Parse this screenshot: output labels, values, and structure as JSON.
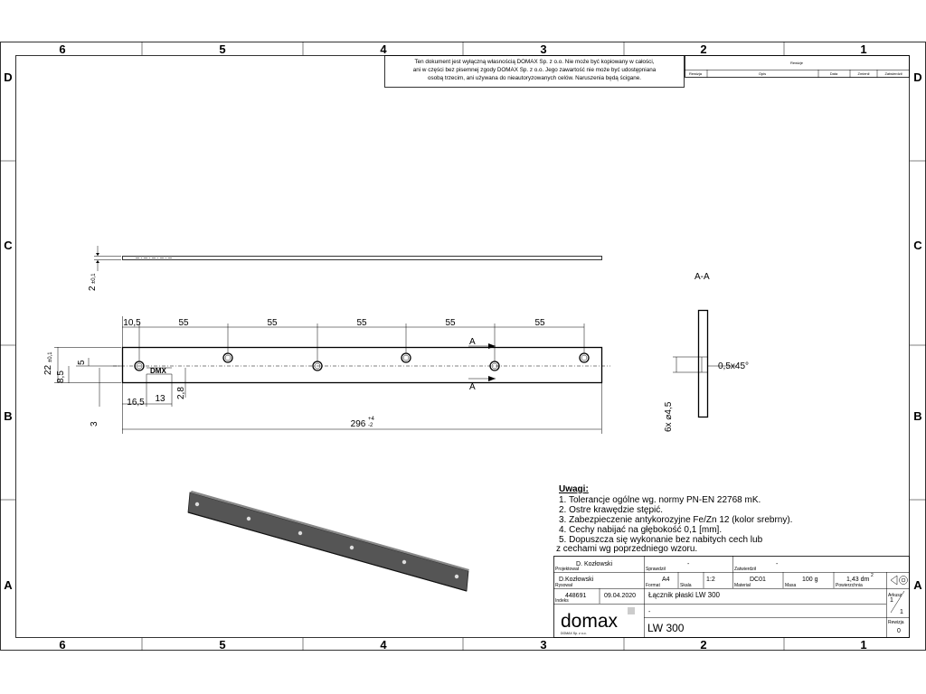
{
  "zones": {
    "top": [
      "6",
      "5",
      "4",
      "3",
      "2",
      "1"
    ],
    "bottom": [
      "6",
      "5",
      "4",
      "3",
      "2",
      "1"
    ],
    "left": [
      "D",
      "C",
      "B",
      "A"
    ],
    "right": [
      "D",
      "C",
      "B",
      "A"
    ]
  },
  "copyright_notice": [
    "Ten dokument jest wyłączną własnością DOMAX Sp. z o.o. Nie może być kopiowany w całości,",
    "ani w części bez pisemnej zgody DOMAX Sp. z o.o. Jego zawartość nie może być udostępniana",
    "osobą trzecim, ani używana do nieautoryzowanych celów. Naruszenia będą ścigane."
  ],
  "revision_table": {
    "title": "Rewizje",
    "headers": [
      "Rewizja",
      "Opis",
      "Data",
      "Zmienił",
      "Zatwierdził"
    ]
  },
  "dimensions": {
    "thickness": "2",
    "thickness_tol": "±0,1",
    "width": "22",
    "width_tol": "±0,1",
    "hole_offset": "5",
    "edge_to_center": "8,5",
    "marking_height": "3",
    "first_hole": "10,5",
    "pitch": [
      "55",
      "55",
      "55",
      "55",
      "55"
    ],
    "marking_x": "16,5",
    "marking_len": "13",
    "marking_h": "2,8",
    "overall": "296",
    "overall_tol_upper": "+4",
    "overall_tol_lower": "-2",
    "chamfer": "0,5x45°",
    "holes": "6x ⌀4,5"
  },
  "section_label": "A-A",
  "cut_marker": "A",
  "part_marking": "DMX",
  "notes": {
    "title": "Uwagi:",
    "items": [
      "1.   Tolerancje ogólne wg. normy PN-EN 22768 mK.",
      "2.   Ostre krawędzie stępić.",
      "3.   Zabezpieczenie antykorozyjne Fe/Zn 12 (kolor srebrny).",
      "4.   Cechy nabijać na głębokość 0,1 [mm].",
      "5.   Dopuszcza się wykonanie bez nabitych cech lub"
    ],
    "continuation": "z cechami wg poprzedniego wzoru."
  },
  "title_block": {
    "designer": "D. Kozłowski",
    "designer_label": "Projektował",
    "checker_label": "Sprawdził",
    "checker": "-",
    "approver_label": "Zatwierdził",
    "approver": "-",
    "drawn_by": "D.Kozłowski",
    "drawn_label": "Rysował",
    "format_label": "Format",
    "format": "A4",
    "scale_label": "Skala",
    "scale": "1:2",
    "material_label": "Materiał",
    "material": "DC01",
    "mass_label": "Masa",
    "mass": "100 g",
    "surface_label": "Powierzchnia",
    "surface": "1,43 dm",
    "surface_exp": "2",
    "sheet_label": "Arkusz",
    "sheet_num": "1",
    "sheet_total": "1",
    "index_label": "Indeks",
    "index": "448691",
    "date": "09.04.2020",
    "part_name": "Łącznik płaski LW 300",
    "part_sub": "-",
    "drawing_no": "LW 300",
    "revision_label": "Rewizja",
    "revision": "0",
    "logo": "domax",
    "logo_sub": "DOMAX Sp. z o.o."
  }
}
